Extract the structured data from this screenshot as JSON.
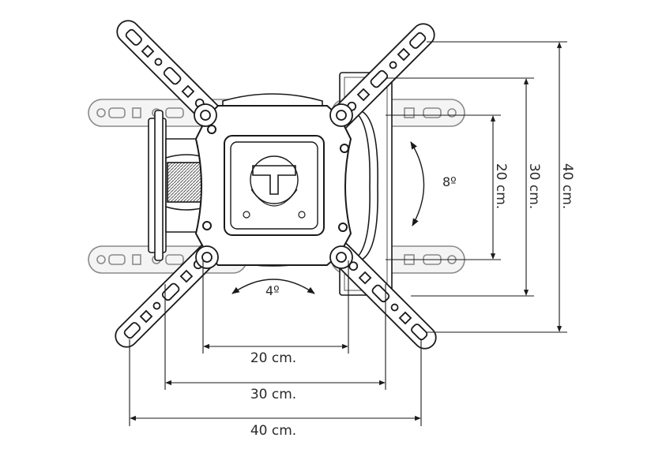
{
  "diagram": {
    "labels": {
      "h20": "20 cm.",
      "h30": "30 cm.",
      "h40": "40 cm.",
      "v20": "20 cm.",
      "v30": "30 cm.",
      "v40": "40 cm.",
      "tilt": "8º",
      "swivel": "4º"
    },
    "colors": {
      "line": "#1a1a1a",
      "light_line": "#8a8a8a",
      "arm_fill": "#f4f4f4",
      "background": "#ffffff"
    }
  }
}
